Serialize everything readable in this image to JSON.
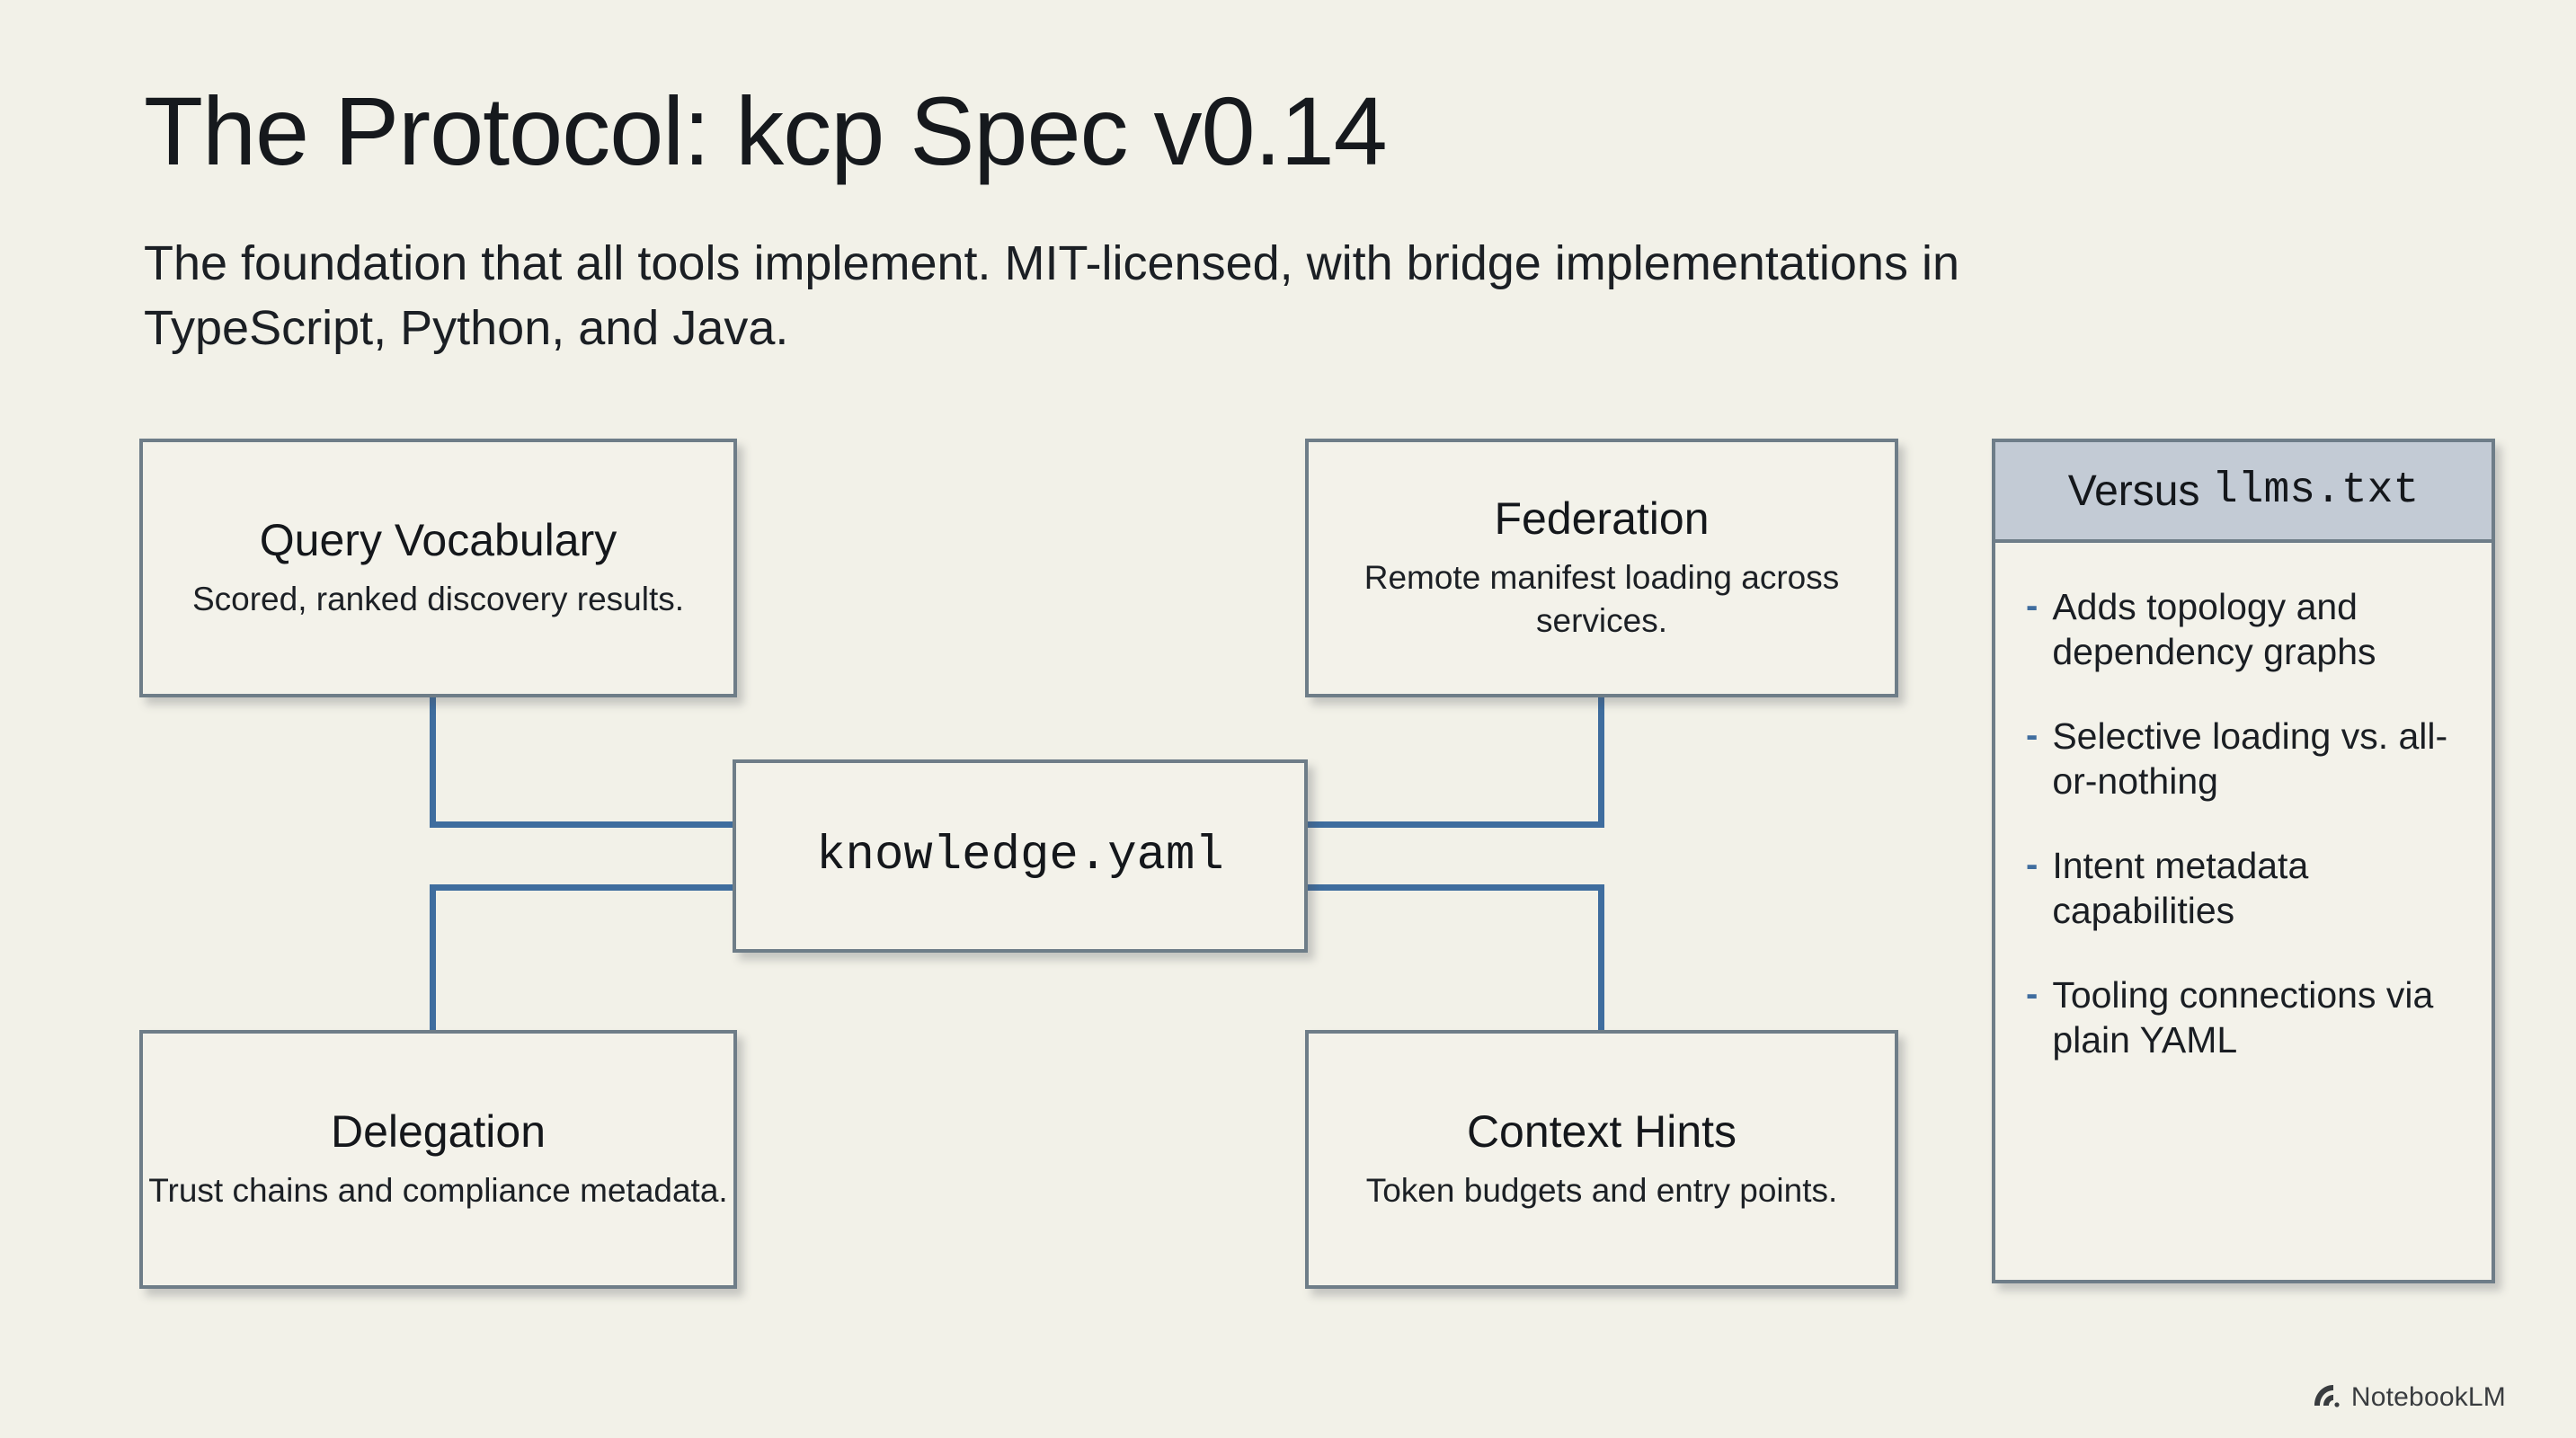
{
  "header": {
    "title": "The Protocol: kcp Spec v0.14",
    "subtitle": "The foundation that all tools implement. MIT-licensed, with bridge implementations in TypeScript, Python, and Java."
  },
  "diagram": {
    "center_node": {
      "label": "knowledge.yaml"
    },
    "cards": [
      {
        "title": "Query Vocabulary",
        "body": "Scored, ranked discovery results."
      },
      {
        "title": "Federation",
        "body": "Remote manifest loading across services."
      },
      {
        "title": "Delegation",
        "body": "Trust chains and compliance metadata."
      },
      {
        "title": "Context Hints",
        "body": "Token budgets and entry points."
      }
    ]
  },
  "versus_panel": {
    "header_prefix": "Versus",
    "header_mono": "llms.txt",
    "bullet_marker": "-",
    "bullets": [
      "Adds topology and dependency graphs",
      "Selective loading vs. all-or-nothing",
      "Intent metadata capabilities",
      "Tooling connections via plain YAML"
    ]
  },
  "footer": {
    "brand": "NotebookLM",
    "logo_icon": "notebooklm-arc-icon"
  },
  "colors": {
    "background": "#f2f1e8",
    "card_surface": "#f3f2ea",
    "card_border": "#6e7d88",
    "connector": "#3f6d9e",
    "panel_header": "#c3cbd5",
    "text": "#15181c"
  }
}
